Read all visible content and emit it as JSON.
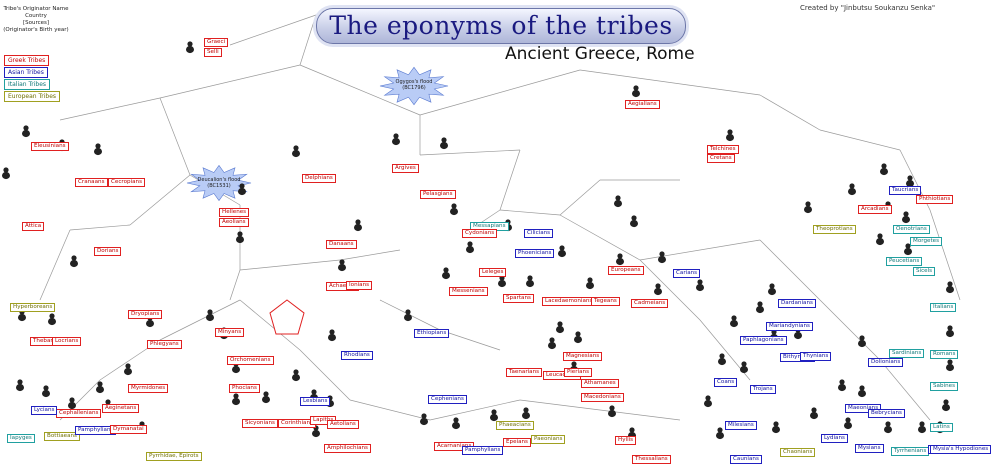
{
  "title": "The eponyms of the tribes",
  "subtitle": "Ancient Greece, Rome",
  "credit": "Created by \"Jinbutsu Soukanzu Senka\"",
  "key": {
    "lines": [
      "Tribe's Originator Name",
      "Country",
      "[Sources]",
      "(Originator's Birth year)"
    ],
    "legend": [
      "Greek Tribes",
      "Asian Tribes",
      "Italian Tribes",
      "European Tribes"
    ]
  },
  "events": [
    "Ogygos's flood (BC1796)",
    "Deucalion's flood (BC1531)"
  ],
  "tribes": [
    {
      "label": "Graeci",
      "kind": "greek"
    },
    {
      "label": "Selli",
      "kind": "greek"
    },
    {
      "label": "Eleusinians",
      "kind": "greek"
    },
    {
      "label": "Cranaans",
      "kind": "greek"
    },
    {
      "label": "Cecropians",
      "kind": "greek"
    },
    {
      "label": "Attica",
      "kind": "greek"
    },
    {
      "label": "Delphians",
      "kind": "greek"
    },
    {
      "label": "Hellenes",
      "kind": "greek"
    },
    {
      "label": "Aeolians",
      "kind": "greek"
    },
    {
      "label": "Dorians",
      "kind": "greek"
    },
    {
      "label": "Danaans",
      "kind": "greek"
    },
    {
      "label": "Achaeans",
      "kind": "greek"
    },
    {
      "label": "Ionians",
      "kind": "greek"
    },
    {
      "label": "Argives",
      "kind": "greek"
    },
    {
      "label": "Pelasgians",
      "kind": "greek"
    },
    {
      "label": "Aegialians",
      "kind": "greek"
    },
    {
      "label": "Telchines",
      "kind": "greek"
    },
    {
      "label": "Cretans",
      "kind": "greek"
    },
    {
      "label": "Leleges",
      "kind": "greek"
    },
    {
      "label": "Messenians",
      "kind": "greek"
    },
    {
      "label": "Spartans",
      "kind": "greek"
    },
    {
      "label": "Lacedaemonians",
      "kind": "greek"
    },
    {
      "label": "Tegeans",
      "kind": "greek"
    },
    {
      "label": "Europeans",
      "kind": "greek"
    },
    {
      "label": "Cadmeians",
      "kind": "greek"
    },
    {
      "label": "Carians",
      "kind": "asian"
    },
    {
      "label": "Cilicians",
      "kind": "asian"
    },
    {
      "label": "Phoenicians",
      "kind": "asian"
    },
    {
      "label": "Thebans",
      "kind": "greek"
    },
    {
      "label": "Locrians",
      "kind": "greek"
    },
    {
      "label": "Hyperboreans",
      "kind": "euro"
    },
    {
      "label": "Cephallenians",
      "kind": "greek"
    },
    {
      "label": "Lycians",
      "kind": "asian"
    },
    {
      "label": "Iapyges",
      "kind": "italian"
    },
    {
      "label": "Bottiaeans",
      "kind": "euro"
    },
    {
      "label": "Pamphylians",
      "kind": "asian"
    },
    {
      "label": "Dymanatai",
      "kind": "greek"
    },
    {
      "label": "Pyrrhidae, Epirots",
      "kind": "euro"
    },
    {
      "label": "Sicyonians",
      "kind": "greek"
    },
    {
      "label": "Corinthians",
      "kind": "greek"
    },
    {
      "label": "Phocians",
      "kind": "greek"
    },
    {
      "label": "Orchomenians",
      "kind": "greek"
    },
    {
      "label": "Aeginetans",
      "kind": "greek"
    },
    {
      "label": "Myrmidones",
      "kind": "greek"
    },
    {
      "label": "Phlegyans",
      "kind": "greek"
    },
    {
      "label": "Minyans",
      "kind": "greek"
    },
    {
      "label": "Dryopians",
      "kind": "greek"
    },
    {
      "label": "Lapiths",
      "kind": "greek"
    },
    {
      "label": "Rhodians",
      "kind": "asian"
    },
    {
      "label": "Lesbians",
      "kind": "asian"
    },
    {
      "label": "Ethiopians",
      "kind": "asian"
    },
    {
      "label": "Aetolians",
      "kind": "greek"
    },
    {
      "label": "Amphilochians",
      "kind": "greek"
    },
    {
      "label": "Acarnanians",
      "kind": "greek"
    },
    {
      "label": "Cephenians",
      "kind": "asian"
    },
    {
      "label": "Pamphylians",
      "kind": "asian"
    },
    {
      "label": "Epeians",
      "kind": "greek"
    },
    {
      "label": "Paeonians",
      "kind": "euro"
    },
    {
      "label": "Phaeacians",
      "kind": "euro"
    },
    {
      "label": "Taenarians",
      "kind": "greek"
    },
    {
      "label": "Leucadians",
      "kind": "greek"
    },
    {
      "label": "Pierians",
      "kind": "greek"
    },
    {
      "label": "Magnesians",
      "kind": "greek"
    },
    {
      "label": "Macedonians",
      "kind": "greek"
    },
    {
      "label": "Athamanes",
      "kind": "greek"
    },
    {
      "label": "Hyllis",
      "kind": "greek"
    },
    {
      "label": "Thessalians",
      "kind": "greek"
    },
    {
      "label": "Milesians",
      "kind": "asian"
    },
    {
      "label": "Coans",
      "kind": "asian"
    },
    {
      "label": "Caunians",
      "kind": "asian"
    },
    {
      "label": "Dardanians",
      "kind": "asian"
    },
    {
      "label": "Mariandynians",
      "kind": "asian"
    },
    {
      "label": "Paphlagonians",
      "kind": "asian"
    },
    {
      "label": "Bithynians",
      "kind": "asian"
    },
    {
      "label": "Thynians",
      "kind": "asian"
    },
    {
      "label": "Trojans",
      "kind": "asian"
    },
    {
      "label": "Chaonians",
      "kind": "euro"
    },
    {
      "label": "Lydians",
      "kind": "asian"
    },
    {
      "label": "Mysians",
      "kind": "asian"
    },
    {
      "label": "Maeonians",
      "kind": "asian"
    },
    {
      "label": "Dolionians",
      "kind": "asian"
    },
    {
      "label": "Bebrycians",
      "kind": "asian"
    },
    {
      "label": "Tyrrhenians",
      "kind": "italian"
    },
    {
      "label": "Asians",
      "kind": "asian"
    },
    {
      "label": "Mysia's Hypodiones",
      "kind": "asian"
    },
    {
      "label": "Latins",
      "kind": "italian"
    },
    {
      "label": "Sabines",
      "kind": "italian"
    },
    {
      "label": "Romans",
      "kind": "italian"
    },
    {
      "label": "Italians",
      "kind": "italian"
    },
    {
      "label": "Sicels",
      "kind": "italian"
    },
    {
      "label": "Morgetes",
      "kind": "italian"
    },
    {
      "label": "Peucetians",
      "kind": "italian"
    },
    {
      "label": "Oenotrians",
      "kind": "italian"
    },
    {
      "label": "Phthiotians",
      "kind": "greek"
    },
    {
      "label": "Taucrians",
      "kind": "asian"
    },
    {
      "label": "Arcadians",
      "kind": "greek"
    },
    {
      "label": "Theoprotians",
      "kind": "euro"
    },
    {
      "label": "Sardinians",
      "kind": "italian"
    },
    {
      "label": "Messapians",
      "kind": "italian"
    },
    {
      "label": "Cydonians",
      "kind": "greek"
    }
  ]
}
